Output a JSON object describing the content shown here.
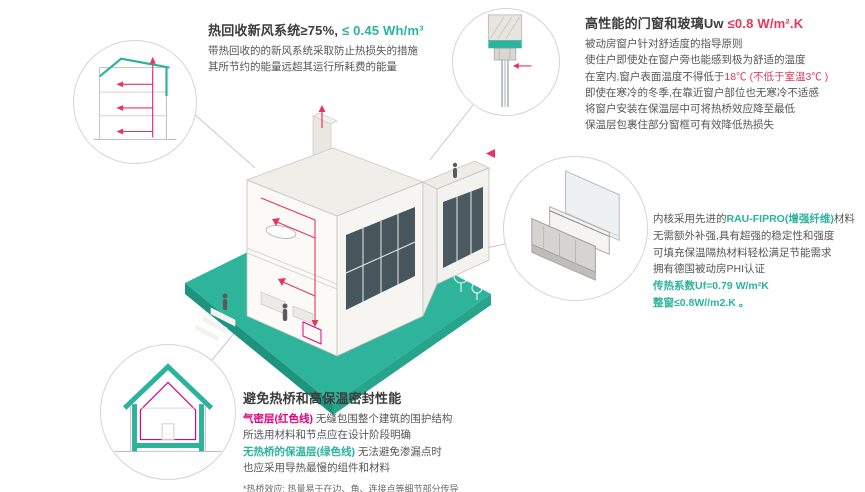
{
  "colors": {
    "teal": "#2bb39c",
    "teal_dark": "#1e947e",
    "red": "#e6365c",
    "magenta": "#e5007d",
    "text_dark": "#3c3c3c",
    "text_body": "#565656",
    "line_grey": "#c9c9c9"
  },
  "sections": {
    "heat_recovery": {
      "title_main": "热回收新风系统≥75%, ",
      "title_accent": "≤ 0.45 Wh/m³",
      "body1": "带热回收的的新风系统采取防止热损失的措施",
      "body2": "其所节约的能量远超其运行所耗费的能量"
    },
    "windows": {
      "title_main": "高性能的门窗和玻璃",
      "title_mid": "Uw ",
      "title_accent": "≤0.8 W/m².K",
      "body1": "被动房窗户针对舒适度的指导原则",
      "body2": "使住户即使处在窗户旁也能感到极为舒适的温度",
      "body3a": "在室内,窗户表面温度不得低于",
      "body3b": "18℃ (不低于室温3℃ )",
      "body4": "即使在寒冷的冬季,在靠近窗户部位也无寒冷不适感",
      "body5": "将窗户安装在保温层中可将热桥效应降至最低",
      "body6": "保温层包裹住部分窗框可有效降低热损失"
    },
    "profile": {
      "body1a": "内核采用先进的",
      "body1b": "RAU-FIPRO(增强纤维)",
      "body1c": "材料",
      "body2": "无需额外补强,具有超强的稳定性和强度",
      "body3": "可填充保温隔热材料轻松满足节能需求",
      "body4": "拥有德国被动房PHI认证",
      "stat1": "传热系数Uf=0.79 W/m²K",
      "stat2": "整窗≤0.8W//m2.K 。"
    },
    "thermal": {
      "title": "避免热桥和高保温密封性能",
      "body1a": "气密层(红色线)",
      "body1b": " 无缝包围整个建筑的围护结构",
      "body2": "所选用材料和节点应在设计阶段明确",
      "body3a": "无热桥的保温层(绿色线)",
      "body3b": " 无法避免渗漏点时",
      "body4": "也应采用导热最慢的组件和材料",
      "footnote": "*热桥效应: 热量易于在边、角、连接点等细节部分传导"
    }
  },
  "icons": {
    "ventilation_section": "house-ventilation-cross-section-icon",
    "window_install": "window-installation-detail-icon",
    "window_profile": "window-frame-profile-icon",
    "insulation_section": "insulated-house-cross-section-icon",
    "house": "passive-house-cutaway-illustration"
  }
}
